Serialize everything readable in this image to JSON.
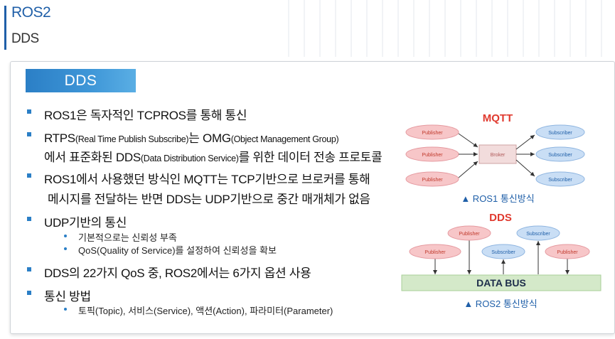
{
  "header": {
    "title": "ROS2",
    "subtitle": "DDS"
  },
  "section": {
    "tag": "DDS"
  },
  "bullets": [
    {
      "pre": "ROS1은 독자적인 TCPROS를 통해 통신"
    },
    {
      "pre": "RTPS",
      "small1": "(Real Time Publish Subscribe)",
      "mid": "는 OMG",
      "small2": "(Object Management Group)"
    },
    {
      "pre": "에서 표준화된 DDS",
      "small1": "(Data Distribution Service)",
      "mid": "를 위한 데이터 전송 프로토콜"
    },
    {
      "pre": "ROS1에서 사용했던 방식인 MQTT는 TCP기반으로 브로커를 통해"
    },
    {
      "pre": "메시지를 전달하는 반면 DDS는 UDP기반으로 중간 매개체가 없음"
    },
    {
      "pre": "UDP기반의 통신"
    },
    {
      "pre": "DDS의 22가지 QoS 중, ROS2에서는 6가지 옵션 사용"
    },
    {
      "pre": "통신 방법"
    }
  ],
  "subbullets": [
    "기본적으로는 신뢰성 부족",
    "QoS(Quality of Service)를 설정하여 신뢰성을 확보",
    "토픽(Topic), 서비스(Service), 액션(Action), 파라미터(Parameter)"
  ],
  "mqtt": {
    "title": "MQTT",
    "publishers": [
      "Publisher",
      "Publisher",
      "Publisher"
    ],
    "broker": "Broker",
    "subscribers": [
      "Subscriber",
      "Subscriber",
      "Subscriber"
    ],
    "caption": "▲ ROS1 통신방식"
  },
  "dds": {
    "title": "DDS",
    "nodes": [
      "Publisher",
      "Subscriber",
      "Publisher",
      "Subscriber",
      "Publisher"
    ],
    "bus": "DATA BUS",
    "caption": "▲ ROS2 통신방식"
  },
  "colors": {
    "accent": "#1f5fa8",
    "pub_fill": "#f7c6c8",
    "pub_text": "#c0392b",
    "sub_fill": "#c9def5",
    "sub_text": "#1f5fa8",
    "bus": "#d4e9c9",
    "title_red": "#e03a2f"
  }
}
